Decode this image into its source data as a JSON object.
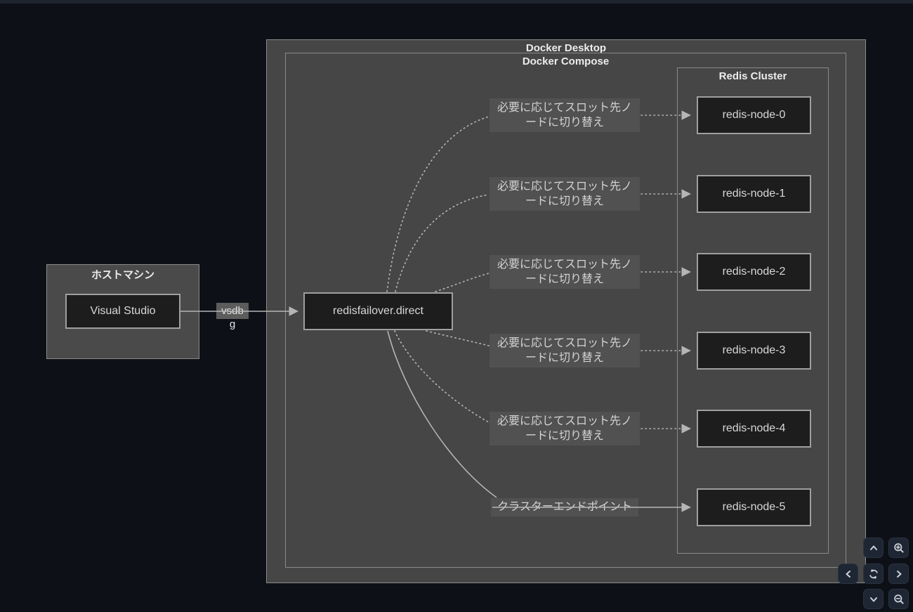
{
  "page": {
    "background": "#0d1117",
    "top_strip_color": "#1e242e"
  },
  "palette": {
    "group_fill": "#464646",
    "group_border": "#8a8a8a",
    "node_fill": "#1d1d1d",
    "node_border": "#9f9f9f",
    "node_text": "#d8d8d8",
    "title_text": "#ececec",
    "edge_color": "#b5b5b5",
    "edge_label_bg": "#515151",
    "edge_label_text": "#d4d4d4",
    "control_button_bg": "#1f2633",
    "control_icon_color": "#ccd2d9"
  },
  "host_group": {
    "title": "ホストマシン",
    "node": "Visual Studio"
  },
  "docker_desktop": {
    "title": "Docker Desktop"
  },
  "docker_compose": {
    "title": "Docker Compose"
  },
  "redis_cluster": {
    "title": "Redis Cluster",
    "nodes": [
      {
        "label": "redis-node-0"
      },
      {
        "label": "redis-node-1"
      },
      {
        "label": "redis-node-2"
      },
      {
        "label": "redis-node-3"
      },
      {
        "label": "redis-node-4"
      },
      {
        "label": "redis-node-5"
      }
    ]
  },
  "gateway": {
    "label": "redisfailover.direct"
  },
  "connections": [
    {
      "from": "Visual Studio",
      "to": "redisfailover.direct",
      "label": "vsdbg",
      "style": "solid"
    },
    {
      "from": "redisfailover.direct",
      "to": "redis-node-0",
      "label": "必要に応じてスロット先ノードに切り替え",
      "style": "dotted"
    },
    {
      "from": "redisfailover.direct",
      "to": "redis-node-1",
      "label": "必要に応じてスロット先ノードに切り替え",
      "style": "dotted"
    },
    {
      "from": "redisfailover.direct",
      "to": "redis-node-2",
      "label": "必要に応じてスロット先ノードに切り替え",
      "style": "dotted"
    },
    {
      "from": "redisfailover.direct",
      "to": "redis-node-3",
      "label": "必要に応じてスロット先ノードに切り替え",
      "style": "dotted"
    },
    {
      "from": "redisfailover.direct",
      "to": "redis-node-4",
      "label": "必要に応じてスロット先ノードに切り替え",
      "style": "dotted"
    },
    {
      "from": "redisfailover.direct",
      "to": "redis-node-5",
      "label": "クラスターエンドポイント",
      "style": "solid"
    }
  ],
  "controls": {
    "buttons": [
      {
        "name": "pan-up"
      },
      {
        "name": "zoom-in"
      },
      {
        "name": "pan-left"
      },
      {
        "name": "reset-view"
      },
      {
        "name": "pan-right"
      },
      {
        "name": "pan-down"
      },
      {
        "name": "zoom-out"
      }
    ]
  }
}
